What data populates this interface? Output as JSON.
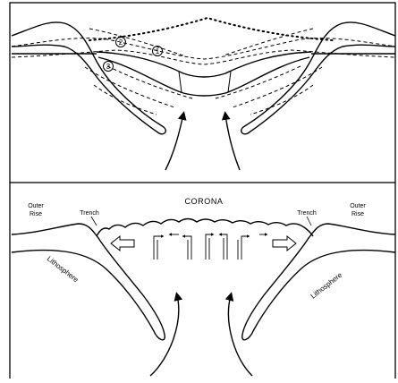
{
  "top_panel": {
    "markers": [
      "1",
      "2",
      "3"
    ]
  },
  "bottom_panel": {
    "title": "CORONA",
    "labels": {
      "outer_rise_left": [
        "Outer",
        "Rise"
      ],
      "trench_left": "Trench",
      "trench_right": "Trench",
      "outer_rise_right": [
        "Outer",
        "Rise"
      ],
      "lithosphere_left": "Lithosphere",
      "lithosphere_right": "Lithosphere"
    }
  },
  "colors": {
    "ink": "#000000",
    "background": "#ffffff"
  }
}
